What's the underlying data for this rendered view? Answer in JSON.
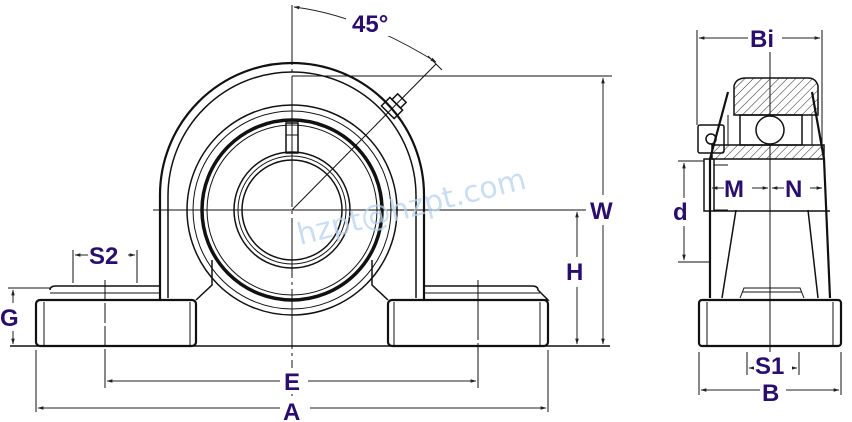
{
  "figure": {
    "type": "pillow-block-bearing-dimension-drawing",
    "views": [
      "front",
      "side-section"
    ],
    "label_color": "#2a0e6e",
    "line_color": "#111111"
  },
  "angle": {
    "label": "45°"
  },
  "front_view": {
    "dimensions": {
      "A": "A",
      "E": "E",
      "W": "W",
      "H": "H",
      "G": "G",
      "S2": "S2"
    }
  },
  "side_view": {
    "dimensions": {
      "Bi": "Bi",
      "B": "B",
      "S1": "S1",
      "d": "d",
      "M": "M",
      "N": "N"
    }
  },
  "watermark": {
    "text": "hzpt@hzpt.com"
  }
}
